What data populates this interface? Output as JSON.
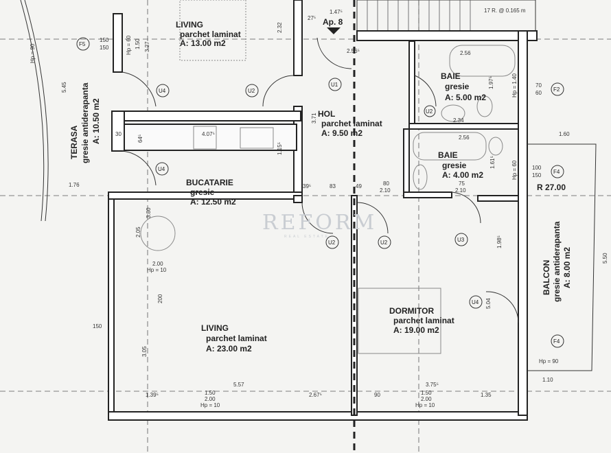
{
  "rooms": {
    "living_top": {
      "name": "LIVING",
      "floor": "parchet laminat",
      "area": "A: 13.00 m2"
    },
    "terasa": {
      "name": "TERASA",
      "floor": "gresie antiderapanta",
      "area": "A: 10.50 m2"
    },
    "bucatarie": {
      "name": "BUCATARIE",
      "floor": "gresie",
      "area": "A: 12.50 m2"
    },
    "hol": {
      "name": "HOL",
      "floor": "parchet laminat",
      "area": "A: 9.50 m2"
    },
    "baie1": {
      "name": "BAIE",
      "floor": "gresie",
      "area": "A: 5.00 m2"
    },
    "baie2": {
      "name": "BAIE",
      "floor": "gresie",
      "area": "A: 4.00 m2"
    },
    "living": {
      "name": "LIVING",
      "floor": "parchet laminat",
      "area": "A: 23.00 m2"
    },
    "dormitor": {
      "name": "DORMITOR",
      "floor": "parchet laminat",
      "area": "A: 19.00 m2"
    },
    "balcon": {
      "name": "BALCON",
      "floor": "gresie antiderapanta",
      "area": "A: 8.00 m2"
    }
  },
  "apartment_label": "Ap. 8",
  "stairs_note": "17 R. @ 0.165 m",
  "radius": "R 27.00",
  "watermark": {
    "brand": "REFORM",
    "sub": "REAL ESTATE"
  },
  "door_tags": [
    "U1",
    "U2",
    "U2",
    "U2",
    "U3",
    "U4",
    "U4",
    "U4",
    "U2"
  ],
  "window_tags": [
    "F5",
    "F2",
    "F4",
    "F4"
  ],
  "dims": {
    "hp90": "Hp = 90",
    "d545": "5.45",
    "d176": "1.76",
    "d150a": "150",
    "d150b": "150",
    "hp60": "Hp = 60",
    "d150c": "1.50",
    "d327": "3.27",
    "d232": "2.32",
    "d407": "4.07⁵",
    "d115": "1.15⁵",
    "d371": "3.71",
    "d256a": "2.56⁵",
    "d147": "1.47⁵",
    "d256b": "2.56",
    "d197": "1.97⁵",
    "d234": "2.34",
    "d256c": "2.56",
    "d161": "1.61⁵",
    "hp140": "Hp = 1.40",
    "d70": "70",
    "d60": "60",
    "d160": "1.60",
    "d100": "100",
    "d150d": "150",
    "hp60b": "Hp = 60",
    "d83": "83",
    "d49": "49",
    "d80": "80",
    "d210": "2.10",
    "d75": "75",
    "d210b": "2.10",
    "d395": "39⁵",
    "d380": "3.80",
    "d205": "2.05",
    "d200": "2.00",
    "hp10": "Hp = 10",
    "d305": "3.05",
    "d557": "5.57",
    "d139": "1.39⁵",
    "d150e": "1.50",
    "d200b": "2.00",
    "hp10b": "Hp = 10",
    "d267": "2.67⁵",
    "d375": "3.75⁵",
    "d90": "90",
    "d135": "1.35",
    "d150f": "1.50",
    "d200c": "2.00",
    "hp10c": "Hp = 10",
    "d198": "1.98⁵",
    "d504": "5.04",
    "d110": "1.10",
    "hp90b": "Hp = 90",
    "d550": "5.50",
    "d27": "27⁵",
    "d30": "30",
    "d64": "64⁵",
    "d200d": "200",
    "d150g": "150"
  }
}
